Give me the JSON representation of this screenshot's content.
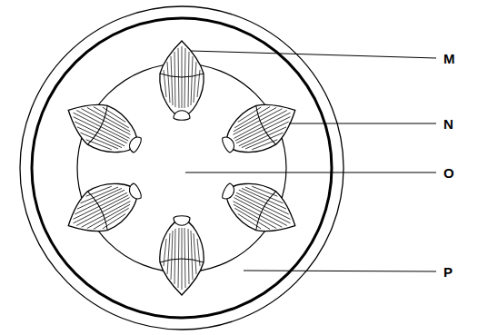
{
  "diagram": {
    "labels": [
      "M",
      "N",
      "O",
      "P"
    ]
  }
}
